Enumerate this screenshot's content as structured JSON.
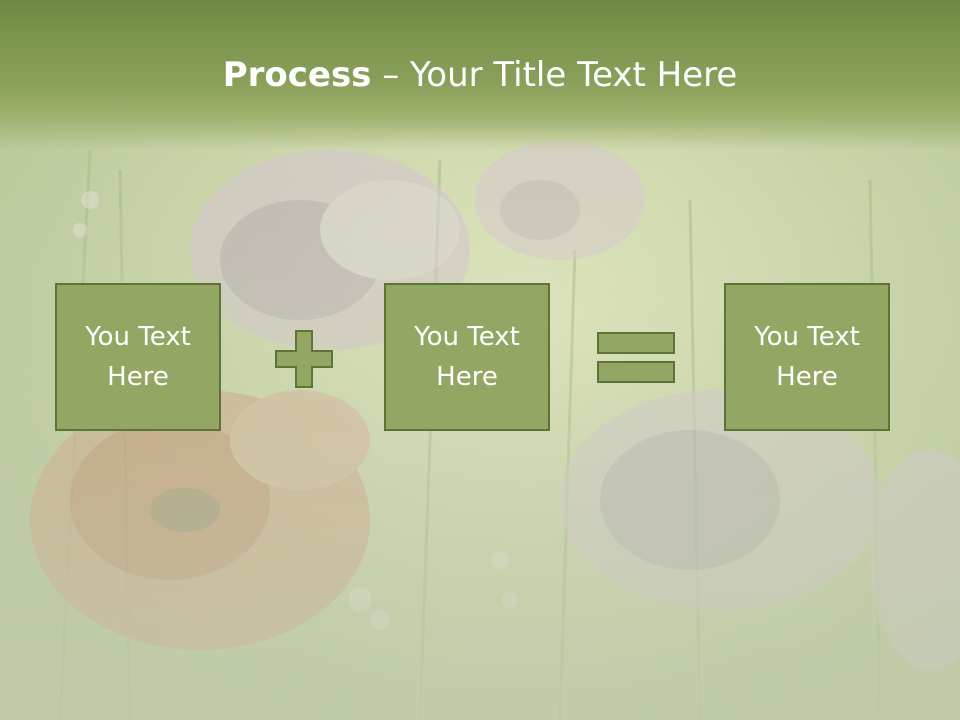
{
  "slide": {
    "title_bold": "Process",
    "title_rest": " – Your Title Text Here",
    "boxes": [
      "You Text\nHere",
      "You Text\nHere",
      "You Text\nHere"
    ],
    "operators": [
      "plus-icon",
      "equals-icon"
    ],
    "colors": {
      "title_bar": "#7b9447",
      "box_fill": "#93a663",
      "box_border": "#5d7436",
      "text": "#ffffff"
    }
  }
}
